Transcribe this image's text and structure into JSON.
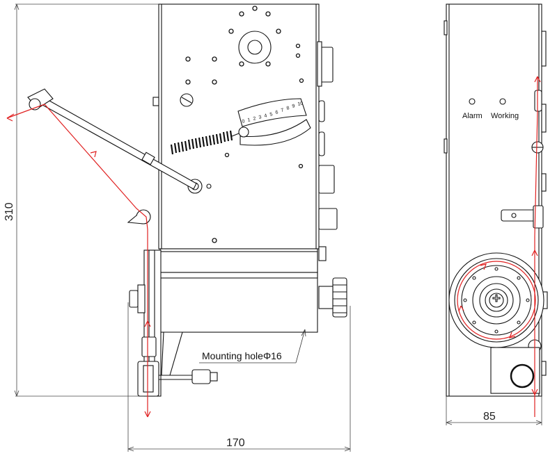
{
  "dimensions": {
    "height": "310",
    "width": "170",
    "depth": "85"
  },
  "labels": {
    "mounting_hole": "Mounting holeΦ16",
    "alarm": "Alarm",
    "working": "Working"
  },
  "scale_ticks": [
    "0",
    "1",
    "2",
    "3",
    "4",
    "5",
    "6",
    "7",
    "8",
    "9",
    "10"
  ],
  "colors": {
    "line": "#111111",
    "wire_path": "#e02020",
    "dimension": "#444444"
  }
}
